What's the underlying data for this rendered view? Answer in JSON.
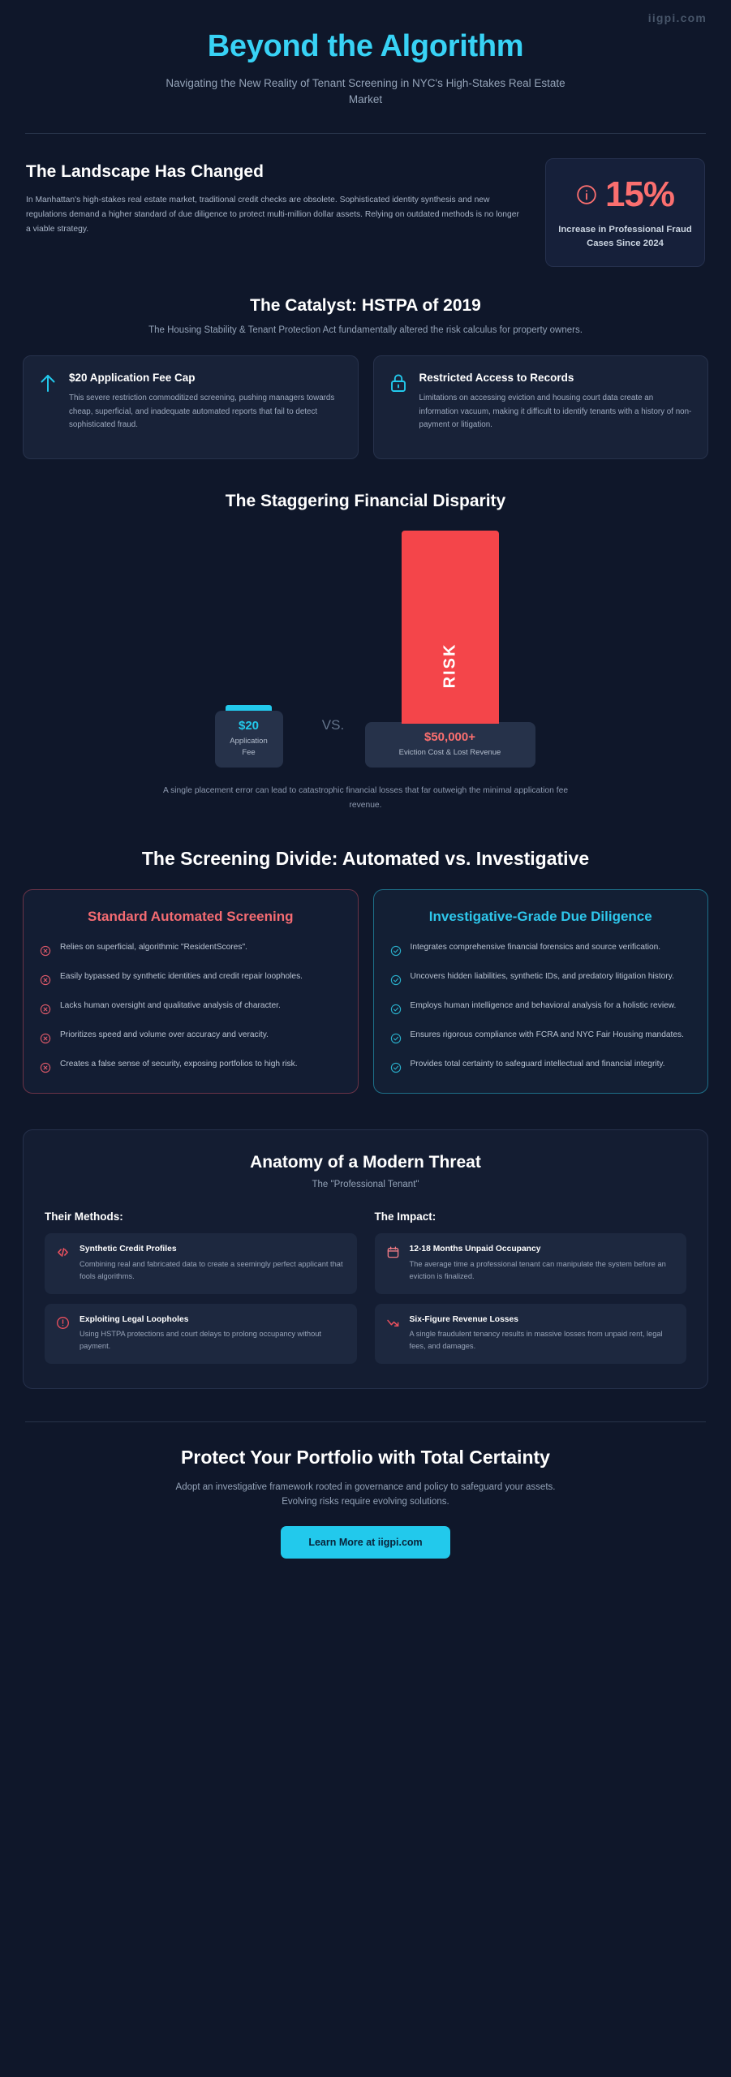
{
  "watermark": "iigpi.com",
  "hero": {
    "title": "Beyond the Algorithm",
    "subtitle": "Navigating the New Reality of Tenant Screening in NYC's High-Stakes Real Estate Market"
  },
  "landscape": {
    "heading": "The Landscape Has Changed",
    "body": "In Manhattan's high-stakes real estate market, traditional credit checks are obsolete. Sophisticated identity synthesis and new regulations demand a higher standard of due diligence to protect multi-million dollar assets. Relying on outdated methods is no longer a viable strategy.",
    "stat": {
      "icon": "info-circle-icon",
      "value": "15%",
      "label": "Increase in Professional Fraud Cases Since 2024",
      "color": "#fb6f6f"
    }
  },
  "catalyst": {
    "heading": "The Catalyst: HSTPA of 2019",
    "subtitle": "The Housing Stability & Tenant Protection Act fundamentally altered the risk calculus for property owners.",
    "cards": [
      {
        "icon": "arrow-up-icon",
        "title": "$20 Application Fee Cap",
        "body": "This severe restriction commoditized screening, pushing managers towards cheap, superficial, and inadequate automated reports that fail to detect sophisticated fraud."
      },
      {
        "icon": "lock-icon",
        "title": "Restricted Access to Records",
        "body": "Limitations on accessing eviction and housing court data create an information vacuum, making it difficult to identify tenants with a history of non-payment or litigation."
      }
    ]
  },
  "disparity": {
    "heading": "The Staggering Financial Disparity",
    "vs_label": "VS.",
    "note": "A single placement error can lead to catastrophic financial losses that far outweigh the minimal application fee revenue."
  },
  "chart_data": {
    "type": "bar",
    "title": "The Staggering Financial Disparity",
    "categories": [
      "Application Fee",
      "Eviction Cost & Lost Revenue"
    ],
    "values": [
      20,
      50000
    ],
    "value_labels": [
      "$20",
      "$50,000+"
    ],
    "bar_labels": [
      "",
      "RISK"
    ],
    "colors": [
      "#22c9ec",
      "#f4454a"
    ],
    "xlabel": "",
    "ylabel": "",
    "ylim": [
      0,
      50000
    ],
    "grid": false,
    "legend": "none",
    "annotation": "A single placement error can lead to catastrophic financial losses that far outweigh the minimal application fee revenue."
  },
  "divide": {
    "heading": "The Screening Divide: Automated vs. Investigative",
    "left": {
      "title": "Standard Automated Screening",
      "icon": "x-circle-icon",
      "items": [
        "Relies on superficial, algorithmic \"ResidentScores\".",
        "Easily bypassed by synthetic identities and credit repair loopholes.",
        "Lacks human oversight and qualitative analysis of character.",
        "Prioritizes speed and volume over accuracy and veracity.",
        "Creates a false sense of security, exposing portfolios to high risk."
      ]
    },
    "right": {
      "title": "Investigative-Grade Due Diligence",
      "icon": "check-circle-icon",
      "items": [
        "Integrates comprehensive financial forensics and source verification.",
        "Uncovers hidden liabilities, synthetic IDs, and predatory litigation history.",
        "Employs human intelligence and behavioral analysis for a holistic review.",
        "Ensures rigorous compliance with FCRA and NYC Fair Housing mandates.",
        "Provides total certainty to safeguard intellectual and financial integrity."
      ]
    }
  },
  "anatomy": {
    "heading": "Anatomy of a Modern Threat",
    "subtitle": "The \"Professional Tenant\"",
    "methods": {
      "heading": "Their Methods:",
      "items": [
        {
          "icon": "code-icon",
          "title": "Synthetic Credit Profiles",
          "body": "Combining real and fabricated data to create a seemingly perfect applicant that fools algorithms."
        },
        {
          "icon": "alert-circle-icon",
          "title": "Exploiting Legal Loopholes",
          "body": "Using HSTPA protections and court delays to prolong occupancy without payment."
        }
      ]
    },
    "impact": {
      "heading": "The Impact:",
      "items": [
        {
          "icon": "calendar-icon",
          "title": "12-18 Months Unpaid Occupancy",
          "body": "The average time a professional tenant can manipulate the system before an eviction is finalized."
        },
        {
          "icon": "trending-down-icon",
          "title": "Six-Figure Revenue Losses",
          "body": "A single fraudulent tenancy results in massive losses from unpaid rent, legal fees, and damages."
        }
      ]
    }
  },
  "footer": {
    "heading": "Protect Your Portfolio with Total Certainty",
    "body": "Adopt an investigative framework rooted in governance and policy to safeguard your assets. Evolving risks require evolving solutions.",
    "cta": "Learn More at iigpi.com"
  },
  "colors": {
    "background": "#0f172a",
    "accent_cyan": "#22c9ec",
    "accent_red": "#f4454a",
    "stat_red": "#fb6f6f"
  }
}
